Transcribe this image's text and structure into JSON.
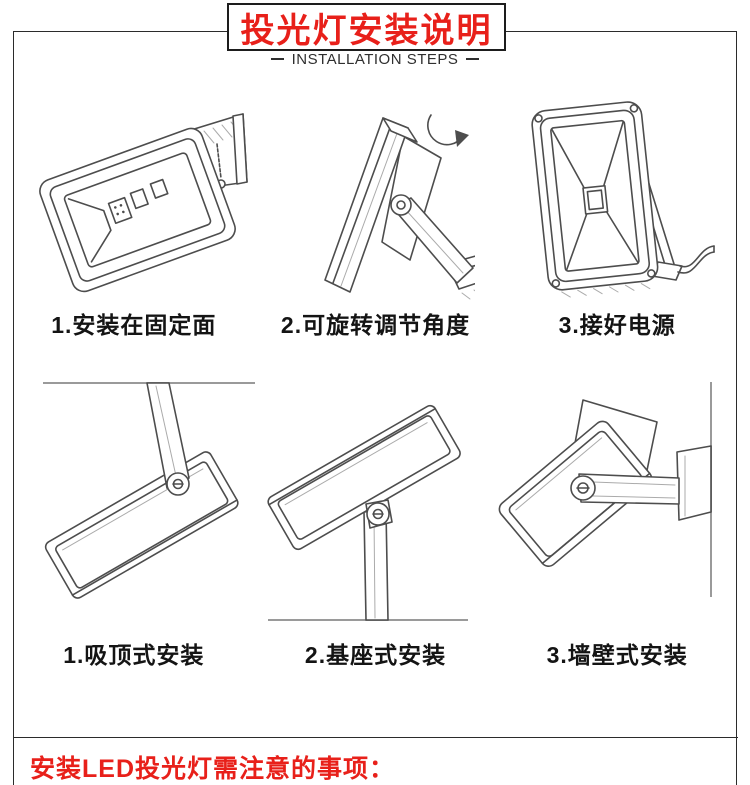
{
  "colors": {
    "accent_red": "#e8201a",
    "frame": "#2b2b2b",
    "sketch": "#4d4d4d"
  },
  "header": {
    "title": "投光灯安装说明",
    "subtitle": "INSTALLATION STEPS"
  },
  "steps": {
    "row1": [
      {
        "caption": "1.安装在固定面",
        "illustration": "floodlight-mounted-on-fixed-surface"
      },
      {
        "caption": "2.可旋转调节角度",
        "illustration": "floodlight-rotatable-angle-adjustment"
      },
      {
        "caption": "3.接好电源",
        "illustration": "floodlight-power-cord-connected"
      }
    ],
    "row2": [
      {
        "caption": "1.吸顶式安装",
        "illustration": "floodlight-ceiling-mount"
      },
      {
        "caption": "2.基座式安装",
        "illustration": "floodlight-base-mount"
      },
      {
        "caption": "3.墙壁式安装",
        "illustration": "floodlight-wall-mount"
      }
    ]
  },
  "notes": {
    "heading": "安装LED投光灯需注意的事项："
  }
}
